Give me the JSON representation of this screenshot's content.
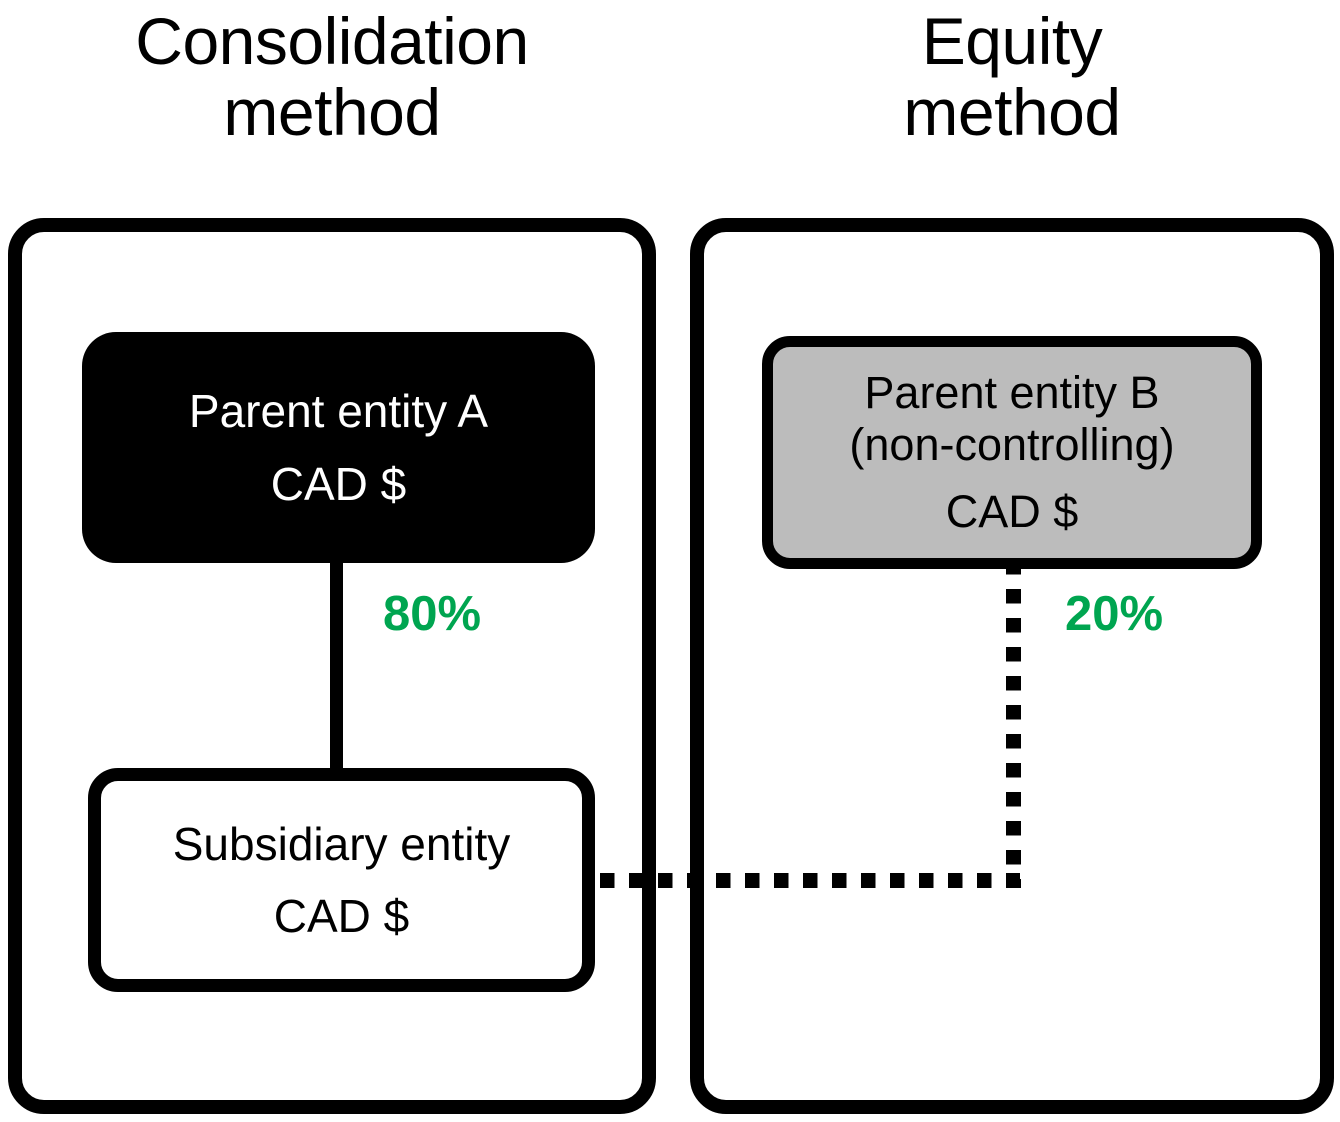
{
  "diagram": {
    "title": "Consolidation method vs Equity method ownership structure",
    "background_color": "#ffffff",
    "accent_color": "#00a550"
  },
  "columns": [
    {
      "id": "consolidation",
      "heading": "Consolidation\nmethod"
    },
    {
      "id": "equity",
      "heading": "Equity\nmethod"
    }
  ],
  "nodes": {
    "parent_a": {
      "line1": "Parent entity A",
      "line2": "CAD $",
      "fill": "#000000",
      "text_color": "#ffffff"
    },
    "parent_b": {
      "line1": "Parent entity B",
      "line2": "(non-controlling)",
      "line3": "CAD $",
      "fill": "#bcbcbc",
      "text_color": "#000000"
    },
    "subsidiary": {
      "line1": "Subsidiary entity",
      "line2": "CAD $",
      "fill": "#ffffff",
      "text_color": "#000000"
    }
  },
  "connectors": {
    "parent_a_to_subsidiary": {
      "style": "solid",
      "label": "80%",
      "label_color": "#00a550"
    },
    "parent_b_to_subsidiary": {
      "style": "dotted",
      "label": "20%",
      "label_color": "#00a550"
    }
  }
}
